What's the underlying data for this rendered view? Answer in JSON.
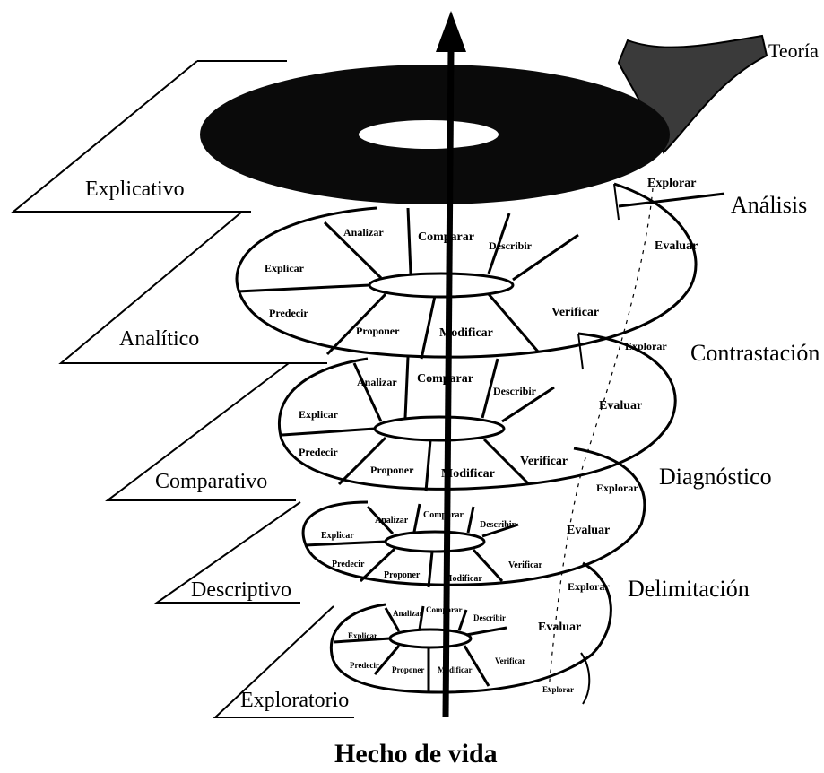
{
  "top_label": "Teoría",
  "bottom_label": "Hecho de vida",
  "planes": [
    "Explicativo",
    "Analítico",
    "Comparativo",
    "Descriptivo",
    "Exploratorio"
  ],
  "phases": [
    "Análisis",
    "Contrastación",
    "Diagnóstico",
    "Delimitación"
  ],
  "segments": {
    "explicar": "Explicar",
    "predecir": "Predecir",
    "proponer": "Proponer",
    "modificar": "Modificar",
    "verificar": "Verificar",
    "evaluar": "Evaluar",
    "explorar": "Explorar",
    "describir": "Describir",
    "comparar": "Comparar",
    "analizar": "Analizar"
  }
}
